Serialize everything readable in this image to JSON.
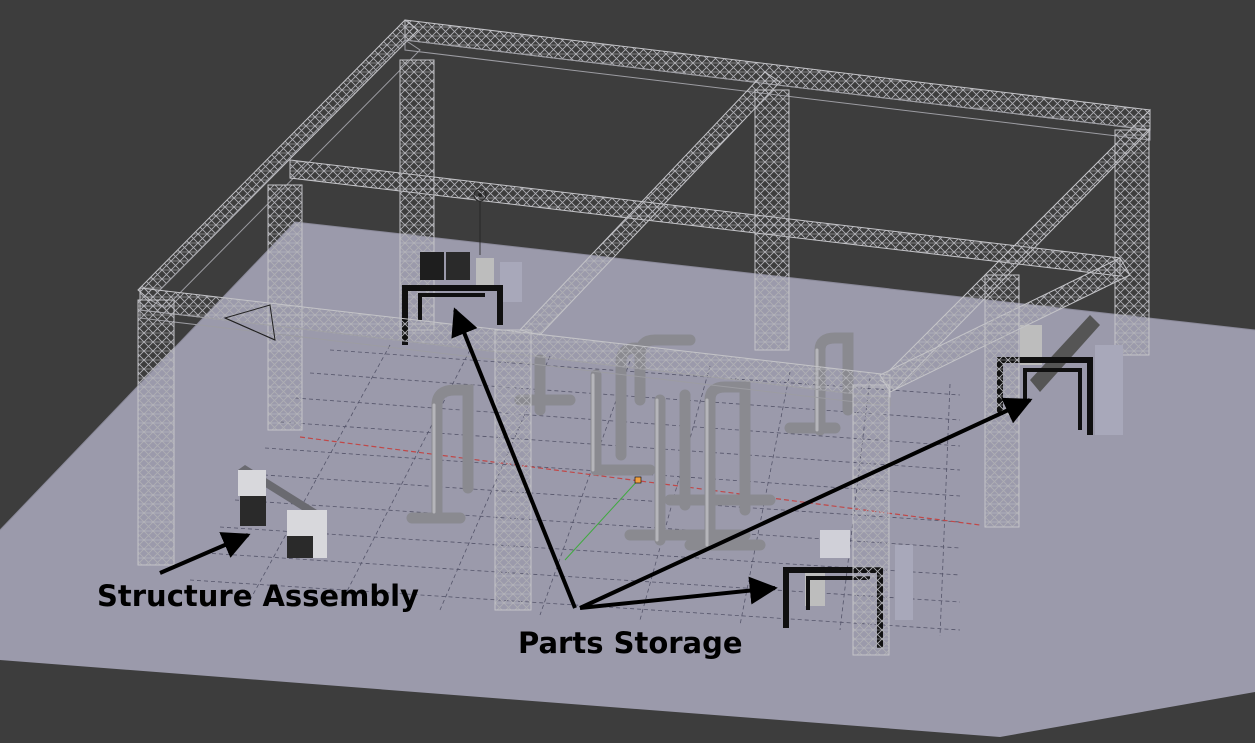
{
  "labels": {
    "structure_assembly": "Structure Assembly",
    "parts_storage": "Parts Storage"
  },
  "colors": {
    "background": "#3d3d3d",
    "floor": "#9b9aab",
    "floor_edge": "#7f7e90",
    "truss": "#b4b4b8",
    "truss_dark": "#5e5e64",
    "pipe": "#8a8a90",
    "pipe_dark": "#5a5a60",
    "rack": "#101010",
    "grid_line": "#4a4a55",
    "axis_x": "#b04040",
    "axis_y": "#40a040",
    "label": "#000000",
    "arrow": "#000000"
  },
  "icons": {
    "scene": "3d-viewport-scene",
    "arrow": "annotation-arrow"
  }
}
